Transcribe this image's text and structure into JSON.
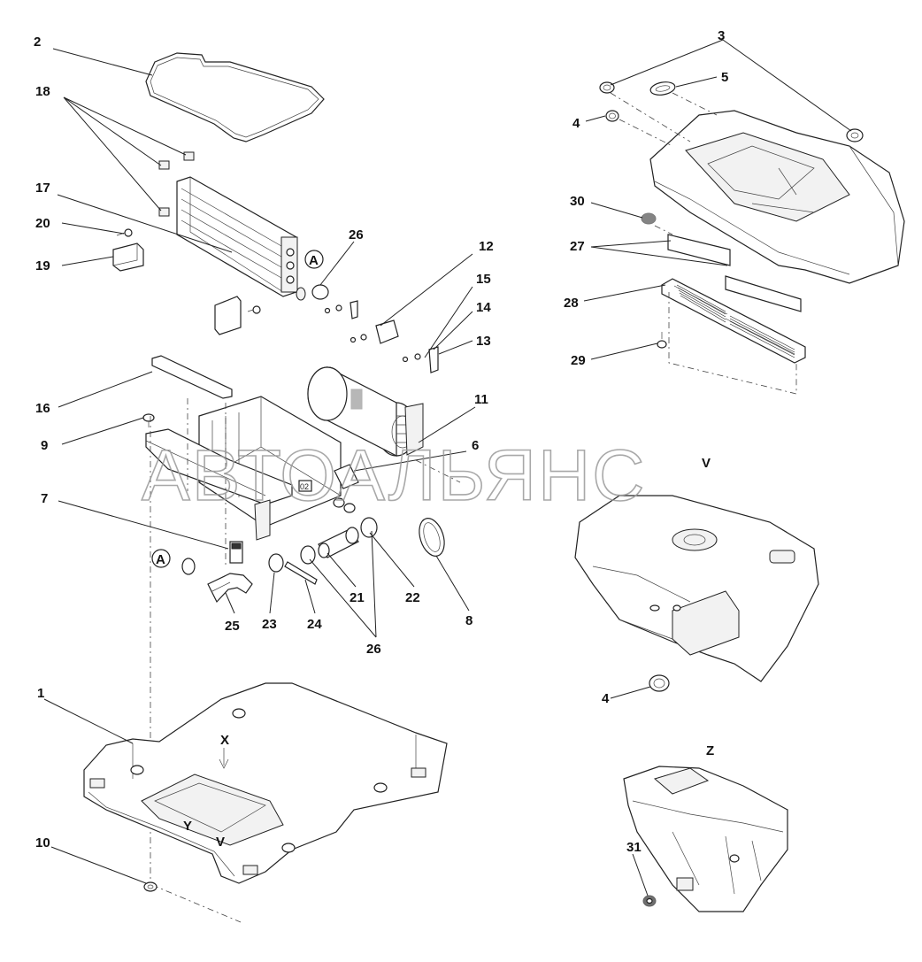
{
  "watermark": "АВТОАЛЬЯНС",
  "callouts": [
    "1",
    "2",
    "3",
    "4",
    "5",
    "6",
    "7",
    "8",
    "9",
    "10",
    "11",
    "12",
    "13",
    "14",
    "15",
    "16",
    "17",
    "18",
    "19",
    "20",
    "21",
    "22",
    "23",
    "24",
    "25",
    "26",
    "27",
    "28",
    "29",
    "30",
    "31"
  ],
  "view_labels": {
    "v": "V",
    "z": "Z",
    "x": "X",
    "y": "Y",
    "v_small": "V"
  },
  "circle_refs": {
    "a": "A"
  },
  "box_tag": "02"
}
